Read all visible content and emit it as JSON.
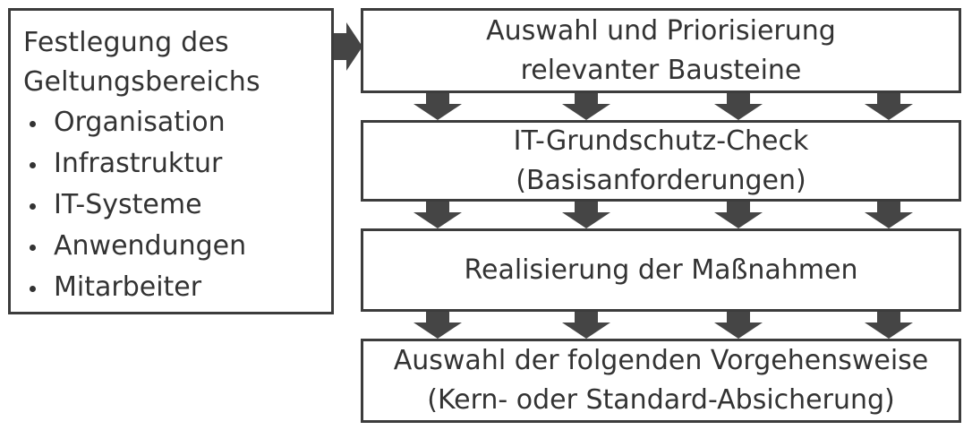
{
  "scope": {
    "title": "Festlegung des\nGeltungsbereichs",
    "items": [
      "Organisation",
      "Infrastruktur",
      "IT-Systeme",
      "Anwendungen",
      "Mitarbeiter"
    ]
  },
  "steps": [
    {
      "lines": [
        "Auswahl und Priorisierung",
        "relevanter Bausteine"
      ]
    },
    {
      "lines": [
        "IT-Grundschutz-Check",
        "(Basisanforderungen)"
      ]
    },
    {
      "lines": [
        "Realisierung der Maßnahmen"
      ]
    },
    {
      "lines": [
        "Auswahl der folgenden Vorgehensweise",
        "(Kern- oder Standard-Absicherung)"
      ]
    }
  ],
  "colors": {
    "border": "#3c3c3c",
    "arrow": "#454545",
    "text": "#333333"
  }
}
